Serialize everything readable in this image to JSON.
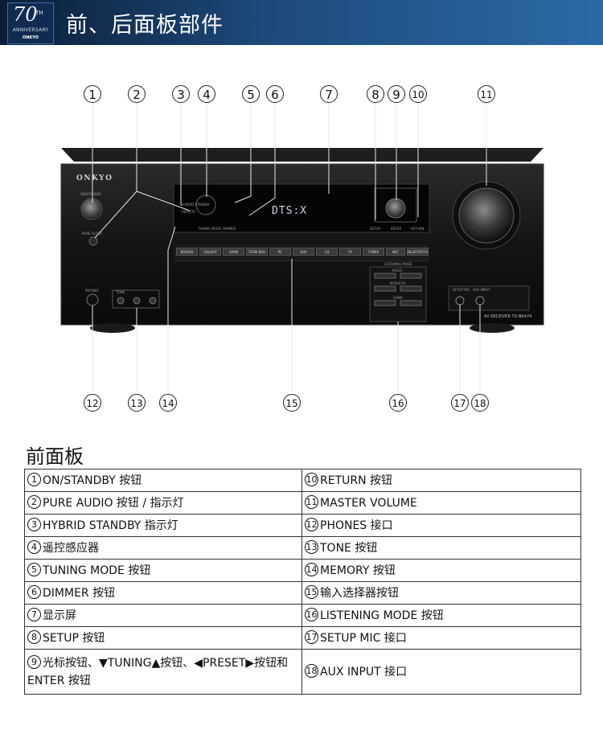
{
  "header": {
    "title": "前、后面板部件",
    "logo": {
      "number": "70",
      "suffix": "TH",
      "anniversary": "ANNIVERSARY",
      "brand": "ONKYO"
    }
  },
  "device": {
    "brand": "ONKYO",
    "display_text": "DTS:X",
    "model": "AV RECEIVER  TX-NR474",
    "small_labels": [
      "ON/STANDBY",
      "PURE AUDIO",
      "HYBRID STANDBY",
      "REMOTE",
      "TUNING MODE",
      "DIMMER",
      "SETUP",
      "RETURN",
      "ENTER",
      "LISTENING MODE",
      "MUSIC",
      "MOVIE/TV",
      "GAME",
      "TONE",
      "PHONES",
      "SETUP MIC",
      "AUX INPUT"
    ],
    "selector_buttons": [
      "BD/DVD",
      "CBL/SAT",
      "GAME",
      "STRM BOX",
      "PC",
      "AUX",
      "CD",
      "TV",
      "TUNER",
      "NET",
      "BLUETOOTH"
    ],
    "callouts": [
      "1",
      "2",
      "3",
      "4",
      "5",
      "6",
      "7",
      "8",
      "9",
      "10",
      "11",
      "12",
      "13",
      "14",
      "15",
      "16",
      "17",
      "18"
    ]
  },
  "section": {
    "title": "前面板"
  },
  "table": {
    "rows": [
      {
        "left_num": "1",
        "left_text": "ON/STANDBY 按钮",
        "right_num": "10",
        "right_text": "RETURN 按钮"
      },
      {
        "left_num": "2",
        "left_text": "PURE AUDIO 按钮 / 指示灯",
        "right_num": "11",
        "right_text": "MASTER VOLUME"
      },
      {
        "left_num": "3",
        "left_text": "HYBRID STANDBY 指示灯",
        "right_num": "12",
        "right_text": "PHONES 接口"
      },
      {
        "left_num": "4",
        "left_text": "遥控感应器",
        "right_num": "13",
        "right_text": "TONE 按钮"
      },
      {
        "left_num": "5",
        "left_text": "TUNING MODE 按钮",
        "right_num": "14",
        "right_text": "MEMORY 按钮"
      },
      {
        "left_num": "6",
        "left_text": "DIMMER 按钮",
        "right_num": "15",
        "right_text": "输入选择器按钮"
      },
      {
        "left_num": "7",
        "left_text": "显示屏",
        "right_num": "16",
        "right_text": "LISTENING MODE 按钮"
      },
      {
        "left_num": "8",
        "left_text": "SETUP 按钮",
        "right_num": "17",
        "right_text": "SETUP MIC 接口"
      },
      {
        "left_num": "9",
        "left_text": "光标按钮、▼TUNING▲按钮、◀PRESET▶按钮和 ENTER 按钮",
        "right_num": "18",
        "right_text": "AUX INPUT 接口"
      }
    ]
  }
}
